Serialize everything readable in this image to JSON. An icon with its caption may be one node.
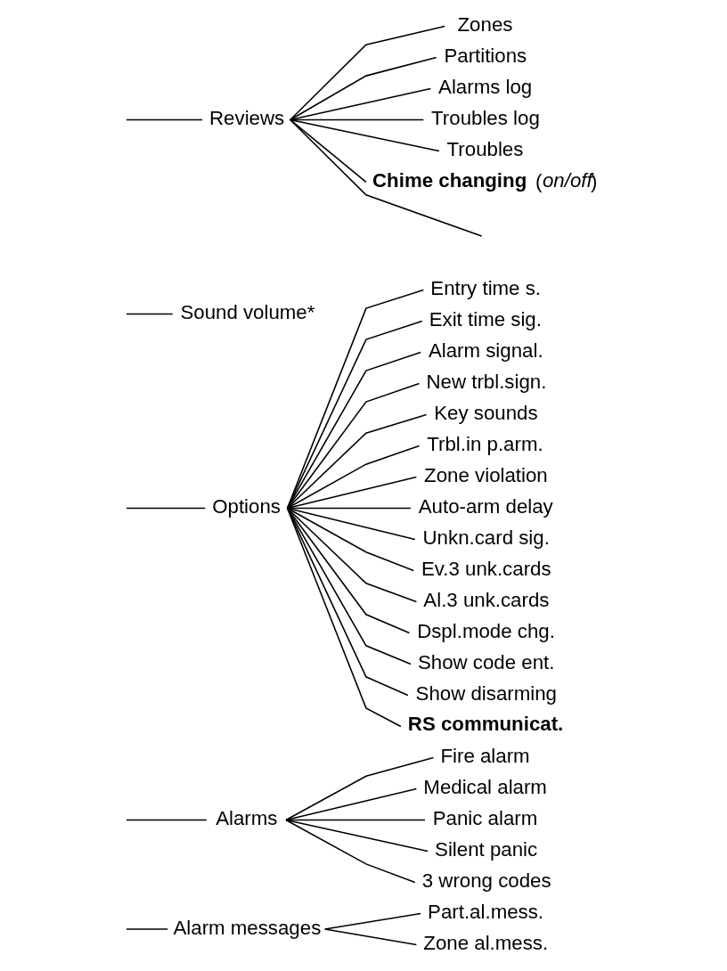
{
  "diagram": {
    "nodes": [
      {
        "text": [
          "Alarm messages"
        ]
      },
      {
        "text": [
          "Part.al.mess."
        ]
      },
      {
        "text": [
          "Zone al.mess."
        ]
      },
      {
        "text": [
          "Alarms"
        ]
      },
      {
        "text": [
          "Fire alarm"
        ]
      },
      {
        "text": [
          "Medical alarm"
        ]
      },
      {
        "text": [
          "Panic alarm"
        ]
      },
      {
        "text": [
          "Silent panic"
        ]
      },
      {
        "text": [
          "3 wrong codes"
        ]
      },
      {
        "text": [
          "Options"
        ]
      },
      {
        "text": [
          "Entry time s."
        ]
      },
      {
        "text": [
          "Exit time sig."
        ]
      },
      {
        "text": [
          "Alarm signal."
        ]
      },
      {
        "text": [
          "New trbl.sign."
        ]
      },
      {
        "text": [
          "Key sounds"
        ]
      },
      {
        "text": [
          "Trbl.in p.arm."
        ]
      },
      {
        "text": [
          "Zone violation"
        ]
      },
      {
        "text": [
          "Auto-arm delay"
        ]
      },
      {
        "text": [
          "Unkn.card sig."
        ]
      },
      {
        "text": [
          "Ev.3 unk.cards"
        ]
      },
      {
        "text": [
          "Al.3 unk.cards"
        ]
      },
      {
        "text": [
          "Dspl.mode chg."
        ]
      },
      {
        "text": [
          "Show code ent."
        ]
      },
      {
        "text": [
          "Show disarming"
        ]
      },
      {
        "text": [
          "RS communicat."
        ]
      },
      {
        "text": [
          "Sound volume*"
        ]
      },
      {
        "text": [
          "Reviews"
        ]
      },
      {
        "text": [
          "Zones"
        ]
      },
      {
        "text": [
          "Partitions"
        ]
      },
      {
        "text": [
          "Alarms log"
        ]
      },
      {
        "text": [
          "Troubles log"
        ]
      },
      {
        "text": [
          "Troubles"
        ]
      },
      {
        "text": [
          "**Chime changing** (*on/off*)"
        ]
      }
    ],
    "edges": [
      {
        "from": null,
        "to": 0,
        "arrow": "none"
      },
      {
        "from": 0,
        "to": 1,
        "arrow": "none"
      },
      {
        "from": 0,
        "to": 2,
        "arrow": "none"
      },
      {
        "from": null,
        "to": 3,
        "arrow": "none"
      },
      {
        "from": 3,
        "to": 4,
        "arrow": "none"
      },
      {
        "from": 3,
        "to": 5,
        "arrow": "none"
      },
      {
        "from": 3,
        "to": 6,
        "arrow": "none"
      },
      {
        "from": 3,
        "to": 7,
        "arrow": "none"
      },
      {
        "from": 3,
        "to": 8,
        "arrow": "none"
      },
      {
        "from": null,
        "to": 9,
        "arrow": "none"
      },
      {
        "from": 9,
        "to": 10,
        "arrow": "none"
      },
      {
        "from": 9,
        "to": 11,
        "arrow": "none"
      },
      {
        "from": 9,
        "to": 12,
        "arrow": "none"
      },
      {
        "from": 9,
        "to": 13,
        "arrow": "none"
      },
      {
        "from": 9,
        "to": 14,
        "arrow": "none"
      },
      {
        "from": 9,
        "to": 15,
        "arrow": "none"
      },
      {
        "from": 9,
        "to": 16,
        "arrow": "none"
      },
      {
        "from": 9,
        "to": 17,
        "arrow": "none"
      },
      {
        "from": 9,
        "to": 18,
        "arrow": "none"
      },
      {
        "from": 9,
        "to": 19,
        "arrow": "none"
      },
      {
        "from": 9,
        "to": 20,
        "arrow": "none"
      },
      {
        "from": 9,
        "to": 21,
        "arrow": "none"
      },
      {
        "from": 9,
        "to": 22,
        "arrow": "none"
      },
      {
        "from": 9,
        "to": 23,
        "arrow": "none"
      },
      {
        "from": 9,
        "to": 24,
        "arrow": "none"
      },
      {
        "from": null,
        "to": 25,
        "arrow": "none"
      },
      {
        "from": null,
        "to": 26,
        "arrow": "none"
      },
      {
        "from": 26,
        "to": 27,
        "arrow": "none"
      },
      {
        "from": 26,
        "to": 28,
        "arrow": "none"
      },
      {
        "from": 26,
        "to": 29,
        "arrow": "none"
      },
      {
        "from": 26,
        "to": 30,
        "arrow": "none"
      },
      {
        "from": 26,
        "to": 31,
        "arrow": "none"
      },
      {
        "from": 26,
        "to": 32,
        "arrow": "none"
      },
      {
        "from": 26,
        "to": null,
        "arrow": "none"
      }
    ]
  }
}
